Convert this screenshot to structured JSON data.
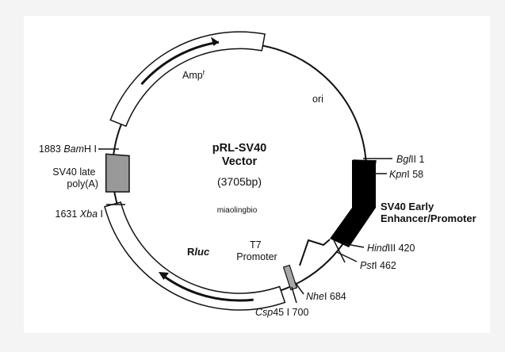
{
  "vector": {
    "name": "pRL-SV40",
    "subtitle": "Vector",
    "size": "(3705bp)",
    "watermark": "miaolingbio"
  },
  "features": {
    "amp_label": "Amp",
    "amp_superscript": "r",
    "ori_label": "ori",
    "promoter_line1": "SV40 Early",
    "promoter_line2": "Enhancer/Promoter",
    "polya_line1": "SV40 late",
    "polya_line2": "poly(A)",
    "rluc_prefix": "R",
    "rluc_suffix": "luc",
    "t7_line1": "T7",
    "t7_line2": "Promoter"
  },
  "sites": {
    "bglii": {
      "enzyme": "Bgl",
      "suffix": "II 1"
    },
    "kpni": {
      "enzyme": "Kpn",
      "suffix": "I 58"
    },
    "hindiii": {
      "enzyme": "Hind",
      "suffix": "III 420"
    },
    "psti": {
      "enzyme": "Pst",
      "suffix": "I 462"
    },
    "nhei": {
      "enzyme": "Nhe",
      "suffix": "I 684"
    },
    "csp45i": {
      "enzyme": "Csp",
      "suffix": "45 I 700"
    },
    "bamhi": {
      "prefix": "1883 ",
      "enzyme": "Bam",
      "suffix": "H I"
    },
    "xbai": {
      "prefix": "1631 ",
      "enzyme": "Xba",
      "suffix": " I"
    }
  },
  "colors": {
    "background": "#f4f4f4",
    "panel": "#ffffff",
    "line": "#111111",
    "promoter_fill": "#000000",
    "polya_fill": "#999999",
    "t7_fill": "#a8a8a8"
  }
}
